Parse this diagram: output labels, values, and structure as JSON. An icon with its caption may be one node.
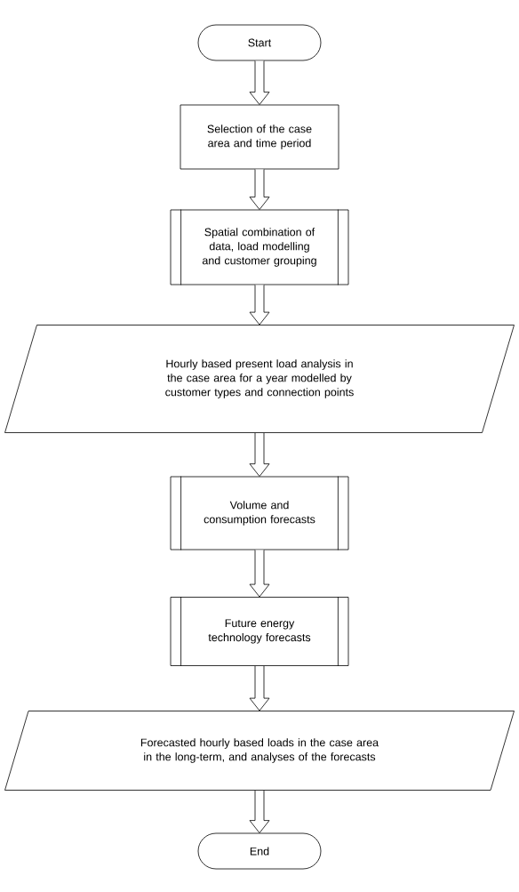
{
  "diagram": {
    "nodes": [
      {
        "text": [
          "Start"
        ]
      },
      {
        "text": [
          "Selection of the case area and time period"
        ]
      },
      {
        "text": [
          "Spatial combination of data, load modelling and customer grouping"
        ]
      },
      {
        "text": [
          "Hourly based present load analysis in the case area for a year modelled by customer types and connection points"
        ]
      },
      {
        "text": [
          "Volume and consumption forecasts"
        ]
      },
      {
        "text": [
          "Future energy technology forecasts"
        ]
      },
      {
        "text": [
          "Forecasted hourly based loads in the case area in the long-term, and analyses of the forecasts"
        ]
      },
      {
        "text": [
          "End"
        ]
      }
    ],
    "edges": [
      {
        "from": 0,
        "to": 1,
        "arrow": "to"
      },
      {
        "from": 1,
        "to": 2,
        "arrow": "to"
      },
      {
        "from": 2,
        "to": 3,
        "arrow": "to"
      },
      {
        "from": 3,
        "to": 4,
        "arrow": "to"
      },
      {
        "from": 4,
        "to": 5,
        "arrow": "to"
      },
      {
        "from": 5,
        "to": 6,
        "arrow": "to"
      },
      {
        "from": 6,
        "to": 7,
        "arrow": "to"
      }
    ]
  }
}
